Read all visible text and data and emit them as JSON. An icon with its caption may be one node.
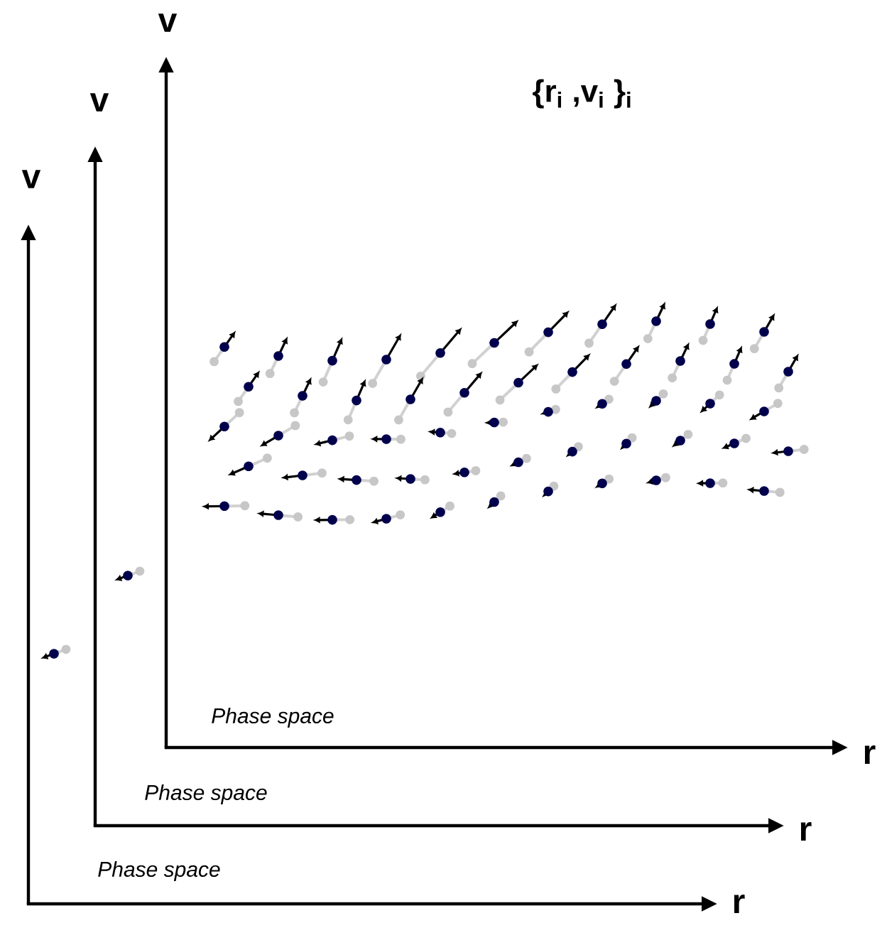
{
  "diagram": {
    "title": "{r$_{i}$ ,v$_{i}$ }$_{i}$",
    "labels": [
      "v",
      "v",
      "v",
      "Phase space",
      "r",
      "Phase space",
      "r",
      "Phase space",
      "r"
    ]
  }
}
